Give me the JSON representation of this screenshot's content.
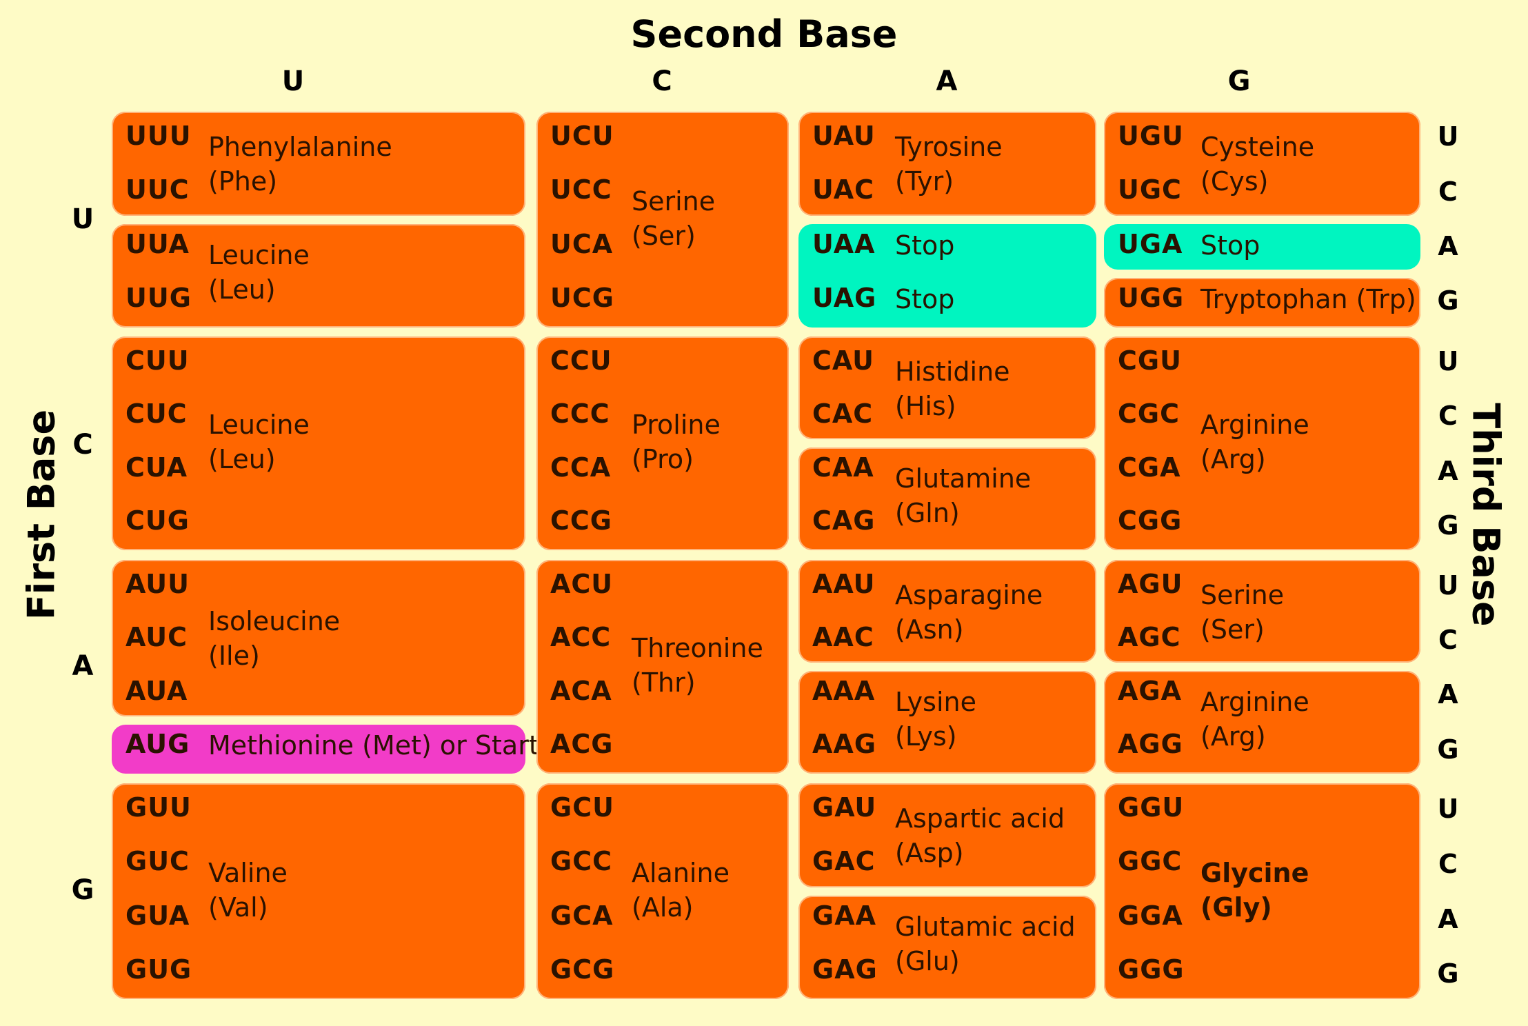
{
  "titles": {
    "second_base": "Second Base",
    "first_base": "First Base",
    "third_base": "Third Base"
  },
  "second_base_columns": [
    "U",
    "C",
    "A",
    "G"
  ],
  "first_base_rows": [
    "U",
    "C",
    "A",
    "G"
  ],
  "third_base_labels": [
    "U",
    "C",
    "A",
    "G",
    "U",
    "C",
    "A",
    "G",
    "U",
    "C",
    "A",
    "G",
    "U",
    "C",
    "A",
    "G"
  ],
  "colors": {
    "background": "#FEFBC6",
    "amino_acid": "#FF6600",
    "stop": "#00F5C0",
    "start": "#F23CC8"
  },
  "cells": [
    {
      "kind": "amino_acid",
      "codons": [
        "UUU",
        "UUC"
      ],
      "name": "Phenylalanine",
      "abbr": "(Phe)"
    },
    {
      "kind": "amino_acid",
      "codons": [
        "UUA",
        "UUG"
      ],
      "name": "Leucine",
      "abbr": "(Leu)"
    },
    {
      "kind": "amino_acid",
      "codons": [
        "UCU",
        "UCC",
        "UCA",
        "UCG"
      ],
      "name": "Serine",
      "abbr": "(Ser)"
    },
    {
      "kind": "amino_acid",
      "codons": [
        "UAU",
        "UAC"
      ],
      "name": "Tyrosine",
      "abbr": "(Tyr)"
    },
    {
      "kind": "stop",
      "codons": [
        "UAA",
        "UAG"
      ],
      "labels": [
        "Stop",
        "Stop"
      ]
    },
    {
      "kind": "amino_acid",
      "codons": [
        "UGU",
        "UGC"
      ],
      "name": "Cysteine",
      "abbr": "(Cys)"
    },
    {
      "kind": "stop",
      "codons": [
        "UGA"
      ],
      "labels": [
        "Stop"
      ]
    },
    {
      "kind": "amino_acid",
      "codons": [
        "UGG"
      ],
      "name": "Tryptophan (Trp)",
      "abbr": ""
    },
    {
      "kind": "amino_acid",
      "codons": [
        "CUU",
        "CUC",
        "CUA",
        "CUG"
      ],
      "name": "Leucine",
      "abbr": "(Leu)"
    },
    {
      "kind": "amino_acid",
      "codons": [
        "CCU",
        "CCC",
        "CCA",
        "CCG"
      ],
      "name": "Proline",
      "abbr": "(Pro)"
    },
    {
      "kind": "amino_acid",
      "codons": [
        "CAU",
        "CAC"
      ],
      "name": "Histidine",
      "abbr": "(His)"
    },
    {
      "kind": "amino_acid",
      "codons": [
        "CAA",
        "CAG"
      ],
      "name": "Glutamine",
      "abbr": "(Gln)"
    },
    {
      "kind": "amino_acid",
      "codons": [
        "CGU",
        "CGC",
        "CGA",
        "CGG"
      ],
      "name": "Arginine",
      "abbr": "(Arg)"
    },
    {
      "kind": "amino_acid",
      "codons": [
        "AUU",
        "AUC",
        "AUA"
      ],
      "name": "Isoleucine",
      "abbr": "(Ile)"
    },
    {
      "kind": "start",
      "codons": [
        "AUG"
      ],
      "name": "Methionine (Met) or Start",
      "abbr": ""
    },
    {
      "kind": "amino_acid",
      "codons": [
        "ACU",
        "ACC",
        "ACA",
        "ACG"
      ],
      "name": "Threonine",
      "abbr": "(Thr)"
    },
    {
      "kind": "amino_acid",
      "codons": [
        "AAU",
        "AAC"
      ],
      "name": "Asparagine",
      "abbr": "(Asn)"
    },
    {
      "kind": "amino_acid",
      "codons": [
        "AAA",
        "AAG"
      ],
      "name": "Lysine",
      "abbr": "(Lys)"
    },
    {
      "kind": "amino_acid",
      "codons": [
        "AGU",
        "AGC"
      ],
      "name": "Serine",
      "abbr": "(Ser)"
    },
    {
      "kind": "amino_acid",
      "codons": [
        "AGA",
        "AGG"
      ],
      "name": "Arginine",
      "abbr": "(Arg)"
    },
    {
      "kind": "amino_acid",
      "codons": [
        "GUU",
        "GUC",
        "GUA",
        "GUG"
      ],
      "name": "Valine",
      "abbr": "(Val)"
    },
    {
      "kind": "amino_acid",
      "codons": [
        "GCU",
        "GCC",
        "GCA",
        "GCG"
      ],
      "name": "Alanine",
      "abbr": "(Ala)"
    },
    {
      "kind": "amino_acid",
      "codons": [
        "GAU",
        "GAC"
      ],
      "name": "Aspartic acid",
      "abbr": "(Asp)"
    },
    {
      "kind": "amino_acid",
      "codons": [
        "GAA",
        "GAG"
      ],
      "name": "Glutamic acid",
      "abbr": "(Glu)"
    },
    {
      "kind": "amino_acid",
      "codons": [
        "GGU",
        "GGC",
        "GGA",
        "GGG"
      ],
      "name": "Glycine",
      "abbr": "(Gly)",
      "emphasis": true
    }
  ]
}
